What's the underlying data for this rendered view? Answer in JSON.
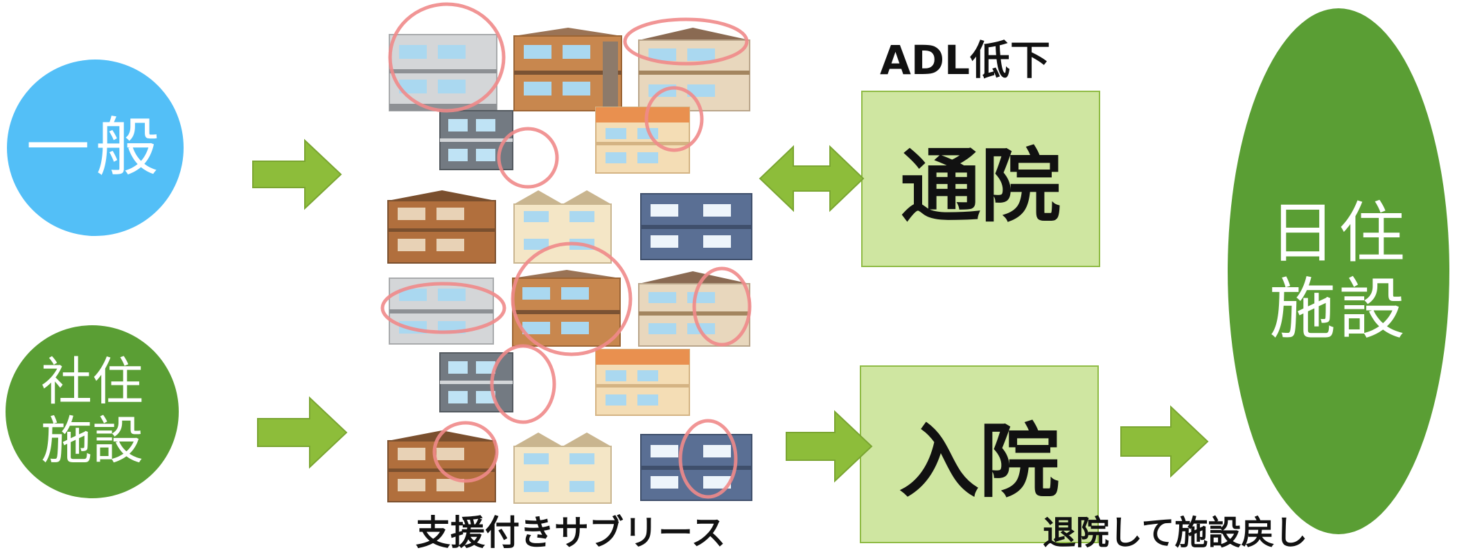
{
  "diagram": {
    "general_label": "一般",
    "social_label_line1": "社住",
    "social_label_line2": "施設",
    "adl_label": "ADL低下",
    "outpatient_label": "通院",
    "inpatient_label": "入院",
    "facility_label_line1": "日住",
    "facility_label_line2": "施設",
    "sublease_label": "支援付きサブリース",
    "return_label": "退院して施設戻し"
  },
  "colors": {
    "general_circle": "#53bff7",
    "green_shape": "#5a9e34",
    "box_fill": "#cfe6a1",
    "arrow": "#8dbd3a",
    "highlight_ring": "#f08a8a"
  }
}
